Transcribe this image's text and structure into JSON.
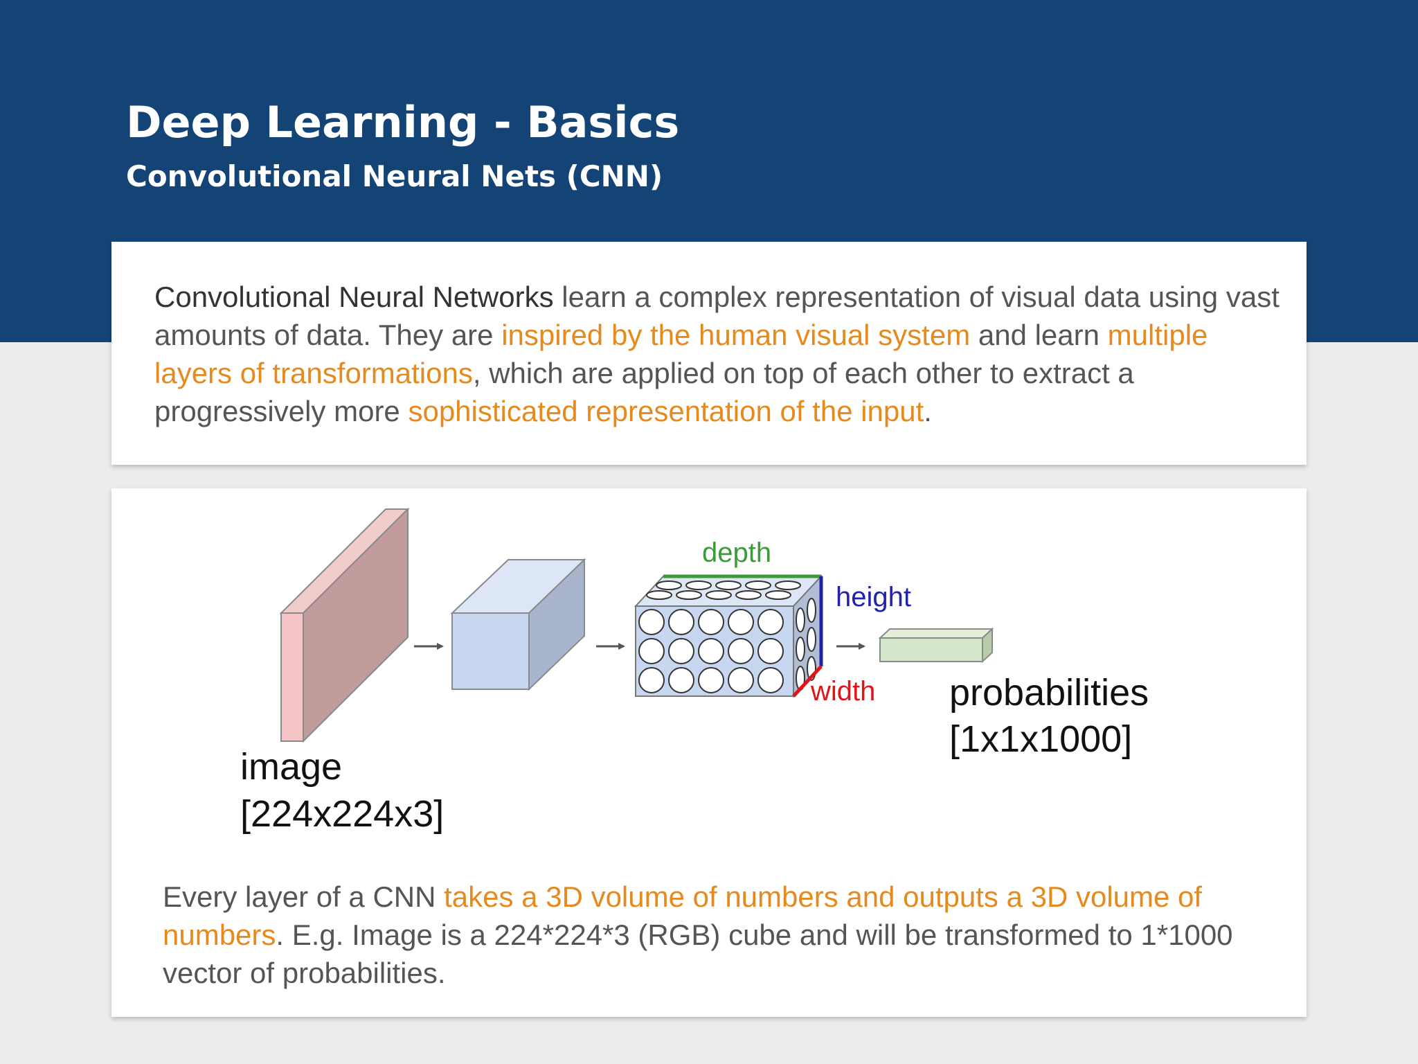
{
  "header": {
    "title": "Deep Learning - Basics",
    "subtitle": "Convolutional Neural Nets (CNN)"
  },
  "intro": {
    "lead": "Convolutional Neural Networks",
    "t1": " learn a complex representation of visual data using vast amounts of data. They are ",
    "h1": "inspired by the human visual system",
    "t2": " and learn ",
    "h2": "multiple layers of transformations",
    "t3": ", which are applied on top of each other to extract a progressively more ",
    "h3": "sophisticated representation of the input",
    "t4": "."
  },
  "figure": {
    "depth_label": "depth",
    "height_label": "height",
    "width_label": "width",
    "image_label": "image",
    "image_dims": "[224x224x3]",
    "prob_label": "probabilities",
    "prob_dims": "[1x1x1000]"
  },
  "caption": {
    "t1": "Every layer of a CNN ",
    "h1": "takes a 3D volume of numbers and outputs a 3D volume of numbers",
    "t2": ". E.g. Image is a 224*224*3 (RGB) cube and will be transformed to 1*1000 vector of probabilities."
  },
  "colors": {
    "header_bg": "#144475",
    "accent_orange": "#e68a1e",
    "depth_green": "#3d9a38",
    "height_blue": "#2222aa",
    "width_red": "#e0151b"
  }
}
